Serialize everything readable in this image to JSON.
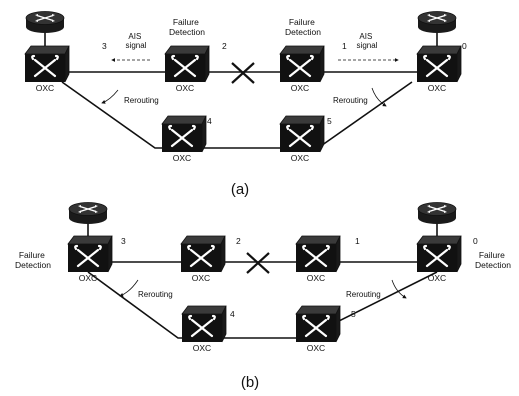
{
  "diagram_a": {
    "caption": "(a)",
    "node_label": "OXC",
    "nodes": {
      "n3": "3",
      "n2": "2",
      "n1": "1",
      "n0": "0",
      "n4": "4",
      "n5": "5"
    },
    "failure_detection": "Failure Detection",
    "ais_signal": "AIS signal",
    "rerouting": "Rerouting"
  },
  "diagram_b": {
    "caption": "(b)",
    "node_label": "OXC",
    "nodes": {
      "n3": "3",
      "n2": "2",
      "n1": "1",
      "n0": "0",
      "n4": "4",
      "n5": "5"
    },
    "failure_detection": "Failure Detection",
    "rerouting": "Rerouting"
  }
}
